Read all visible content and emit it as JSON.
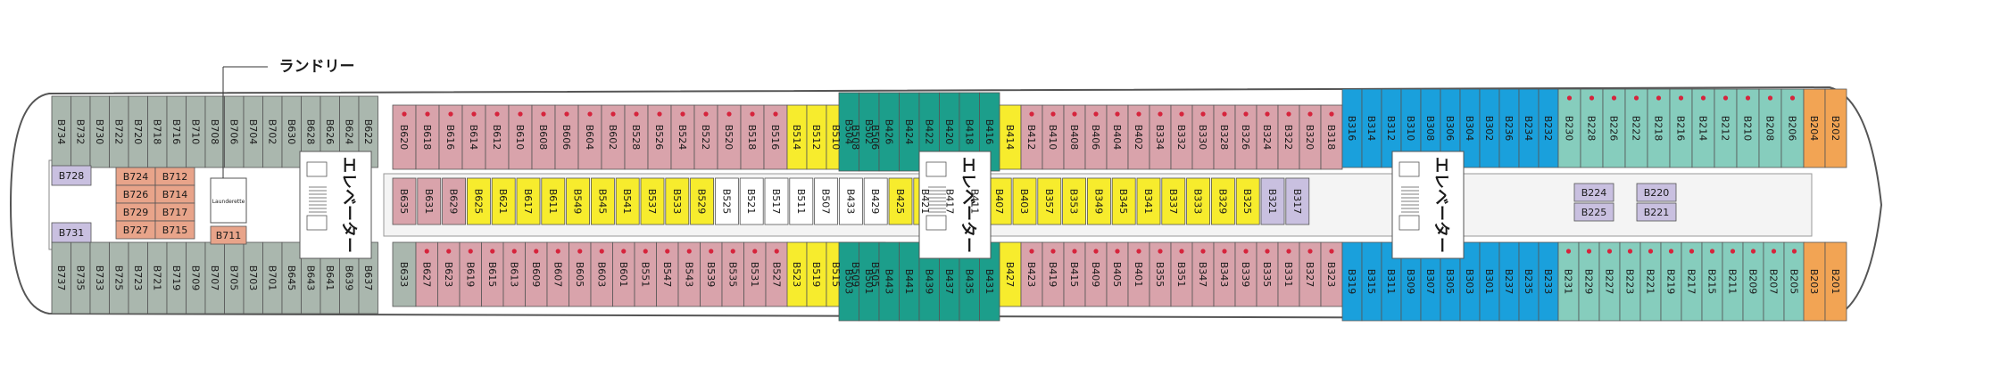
{
  "deck": {
    "launderette_label": "ランドリー",
    "elevator_label": "エレベーター",
    "laundry_room_label": "Launderette",
    "colors": {
      "grey": "#aab7ae",
      "pink": "#d9a3ab",
      "yellow": "#f7ec2d",
      "teal": "#1c9e8b",
      "blue": "#1aa0dc",
      "mint": "#86cdbd",
      "orange": "#f2a454",
      "salmon": "#e8a48a",
      "lilac": "#c9c0e0",
      "white": "#ffffff",
      "red_dot": "#d6243c"
    }
  },
  "cabins": {
    "bow_block_top": [
      "B734",
      "B732",
      "B730",
      "B722",
      "B720",
      "B718",
      "B716",
      "B710",
      "B708",
      "B706",
      "B704",
      "B702",
      "B630",
      "B628",
      "B626",
      "B624",
      "B622"
    ],
    "bow_block_bottom": [
      "B737",
      "B735",
      "B733",
      "B725",
      "B723",
      "B721",
      "B719",
      "B709",
      "B707",
      "B705",
      "B703",
      "B701",
      "B645",
      "B643",
      "B641",
      "B639",
      "B637"
    ],
    "stern_inner_left": [
      "B728",
      "B731"
    ],
    "stern_inner_grid": [
      "B724",
      "B712",
      "B726",
      "B714",
      "B729",
      "B717",
      "B727",
      "B715"
    ],
    "inner_b711": "B711",
    "top_fwd_pink": [
      "B620",
      "B618",
      "B616",
      "B614",
      "B612",
      "B610",
      "B608",
      "B606",
      "B604",
      "B602",
      "B528",
      "B526",
      "B524",
      "B522",
      "B520",
      "B518",
      "B516"
    ],
    "top_yellow_1": [
      "B514",
      "B512",
      "B510",
      "B508",
      "B506"
    ],
    "top_teal_1": [
      "B504",
      "B502",
      "B426",
      "B424",
      "B422",
      "B420",
      "B418",
      "B416"
    ],
    "top_yellow_2": [
      "B414"
    ],
    "top_pink_2": [
      "B412",
      "B410",
      "B408",
      "B406",
      "B404",
      "B402",
      "B334",
      "B332",
      "B330",
      "B328",
      "B326",
      "B324",
      "B322",
      "B320",
      "B318"
    ],
    "top_blue": [
      "B316",
      "B314",
      "B312",
      "B310",
      "B308",
      "B306",
      "B304",
      "B302",
      "B236",
      "B234",
      "B232"
    ],
    "top_mint": [
      "B230",
      "B228",
      "B226",
      "B222",
      "B218",
      "B216",
      "B214",
      "B212",
      "B210",
      "B208",
      "B206"
    ],
    "top_orange": [
      "B204",
      "B202"
    ],
    "inner_row_top": [
      "B635",
      "B631",
      "B629",
      "B625",
      "B621",
      "B617",
      "B611",
      "B549",
      "B545",
      "B541",
      "B537",
      "B533",
      "B529",
      "B525",
      "B521",
      "B517",
      "B511",
      "B507",
      "B433",
      "B429",
      "B425",
      "B421",
      "B417",
      "B411",
      "B407",
      "B403",
      "B357",
      "B353",
      "B349",
      "B345",
      "B341",
      "B337",
      "B333",
      "B329",
      "B325",
      "B321",
      "B317"
    ],
    "bottom_grey": [
      "B633"
    ],
    "bottom_pink_1": [
      "B627",
      "B623",
      "B619",
      "B615",
      "B613",
      "B609",
      "B607",
      "B605",
      "B603",
      "B601",
      "B551",
      "B547",
      "B543",
      "B539",
      "B535",
      "B531",
      "B527"
    ],
    "bottom_yellow_1": [
      "B523",
      "B519",
      "B515",
      "B509",
      "B505"
    ],
    "bottom_teal": [
      "B503",
      "B501",
      "B443",
      "B441",
      "B439",
      "B437",
      "B435",
      "B431"
    ],
    "bottom_yellow_2": [
      "B427"
    ],
    "bottom_pink_2": [
      "B423",
      "B419",
      "B415",
      "B409",
      "B405",
      "B401",
      "B355",
      "B351",
      "B347",
      "B343",
      "B339",
      "B335",
      "B331",
      "B327",
      "B323"
    ],
    "bottom_blue": [
      "B319",
      "B315",
      "B311",
      "B309",
      "B307",
      "B305",
      "B303",
      "B301",
      "B237",
      "B235",
      "B233"
    ],
    "bottom_mint": [
      "B231",
      "B229",
      "B227",
      "B223",
      "B221",
      "B219",
      "B217",
      "B215",
      "B211",
      "B209",
      "B207",
      "B205"
    ],
    "bottom_orange": [
      "B203",
      "B201"
    ],
    "midship_inner": [
      "B224",
      "B220",
      "B225",
      "B221"
    ]
  }
}
